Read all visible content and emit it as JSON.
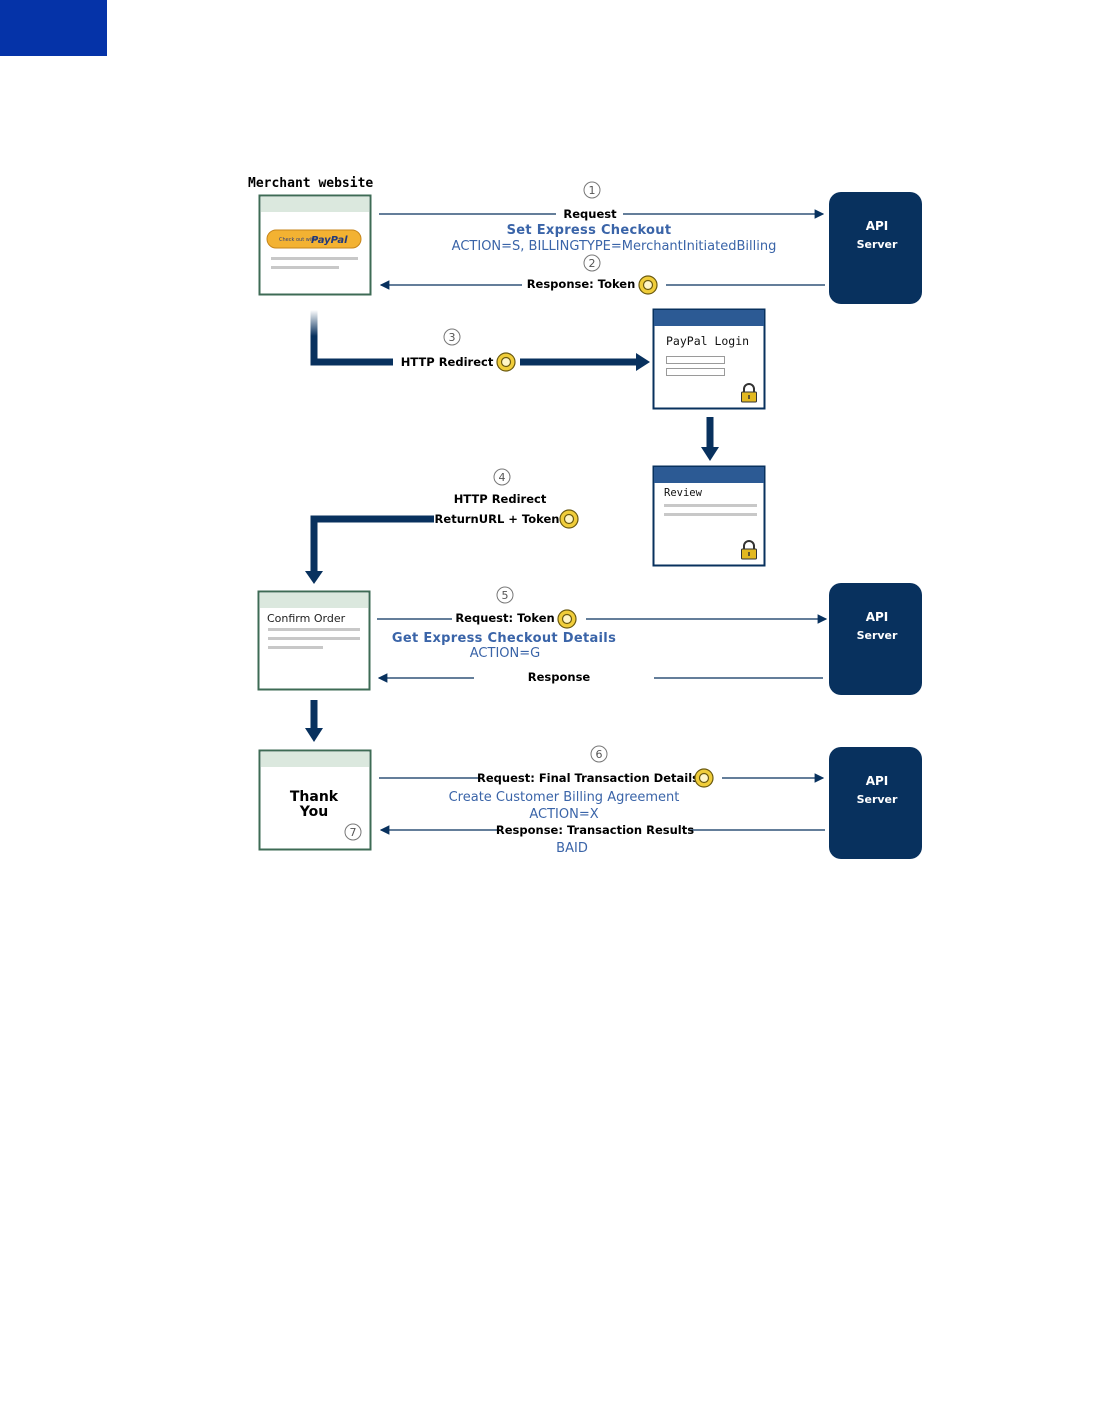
{
  "merchant_label": "Merchant website",
  "paypal_button": {
    "small": "Check out with",
    "brand": "PayPal"
  },
  "servers": {
    "api": "API",
    "server": "Server"
  },
  "steps": {
    "s1": "1",
    "s2": "2",
    "s3": "3",
    "s4": "4",
    "s5": "5",
    "s6": "6",
    "s7": "7"
  },
  "flow1": {
    "request": "Request",
    "operation": "Set Express Checkout",
    "params": "ACTION=S, BILLINGTYPE=MerchantInitiatedBilling",
    "response": "Response: Token"
  },
  "flow3": {
    "label": "HTTP Redirect"
  },
  "login_box": {
    "title": "PayPal Login"
  },
  "review_box": {
    "title": "Review"
  },
  "flow4": {
    "line1": "HTTP Redirect",
    "line2": "ReturnURL + Token"
  },
  "confirm_box": {
    "title": "Confirm Order"
  },
  "flow5": {
    "request": "Request: Token",
    "operation": "Get Express Checkout Details",
    "params": "ACTION=G",
    "response": "Response"
  },
  "thankyou_box": {
    "line1": "Thank",
    "line2": "You"
  },
  "flow6": {
    "request": "Request: Final Transaction Details",
    "operation": "Create Customer Billing Agreement",
    "params": "ACTION=X",
    "response": "Response: Transaction Results",
    "result": "BAID"
  },
  "colors": {
    "navy": "#08315e",
    "accent_blue": "#3a64a8",
    "corner": "#0533a8",
    "token_gold": "#e8c020"
  }
}
